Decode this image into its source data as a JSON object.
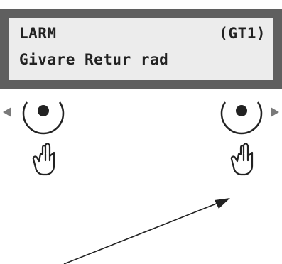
{
  "display": {
    "line1_left": "LARM",
    "line1_right": "(GT1)",
    "line2": "Givare Retur rad"
  },
  "buttons": [
    {
      "id": "left",
      "arrow": "left-arrow",
      "press_icon": "finger-press-icon"
    },
    {
      "id": "right",
      "arrow": "right-arrow",
      "press_icon": "finger-press-icon"
    }
  ],
  "colors": {
    "bezel": "#5f5f5f",
    "screen": "#ececec",
    "ink": "#222222"
  }
}
